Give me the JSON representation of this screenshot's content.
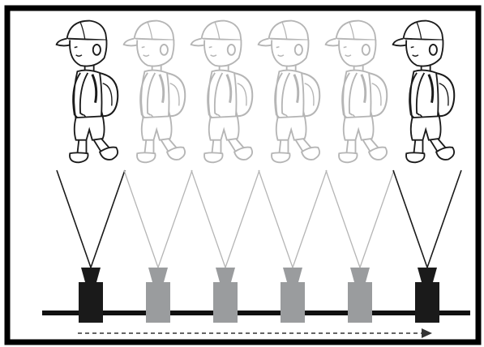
{
  "figure": {
    "frames": [
      {
        "state": "captured"
      },
      {
        "state": "skipped"
      },
      {
        "state": "skipped"
      },
      {
        "state": "skipped"
      },
      {
        "state": "skipped"
      },
      {
        "state": "captured"
      }
    ],
    "motion_direction": "right",
    "colors": {
      "frame_border": "#000000",
      "background": "#ffffff",
      "captured_figure": "#1a1a1a",
      "skipped_figure": "#b5b5b5",
      "captured_camera": "#1a1a1a",
      "skipped_camera": "#9a9c9e",
      "rail": "#111111",
      "arrow": "#333333"
    },
    "icons": {
      "figure": "walking-boy-with-cap-and-backpack",
      "camera": "camera-on-rail"
    }
  }
}
